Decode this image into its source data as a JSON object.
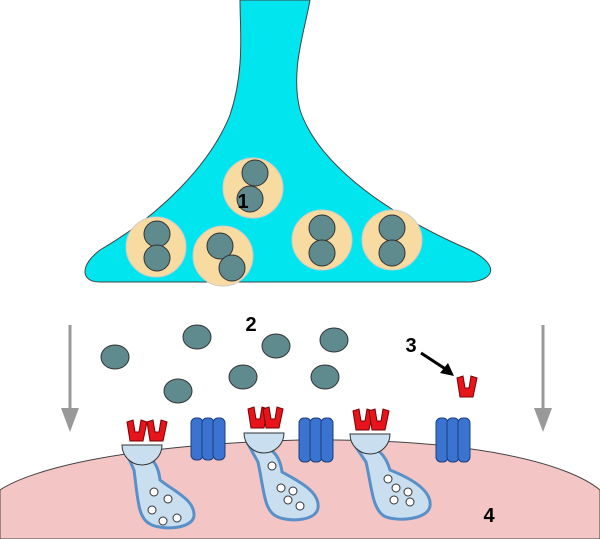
{
  "labels": {
    "vesicle": "1",
    "cleft": "2",
    "blocker": "3",
    "postsynaptic": "4"
  },
  "colors": {
    "terminal": "#00e5ee",
    "vesicle_fill": "#f8dba0",
    "neurotransmitter": "#5f8a8e",
    "postsynaptic_membrane": "#f3c5c5",
    "channel": "#3b73d1",
    "receptor_body": "#c9dff0",
    "antibody": "#e8141b",
    "arrow_gray": "#999999"
  },
  "icons": {
    "diffusion_arrow": "down-arrow-icon",
    "pointer_arrow": "arrow-icon",
    "antibody": "y-shaped-antibody-icon"
  }
}
